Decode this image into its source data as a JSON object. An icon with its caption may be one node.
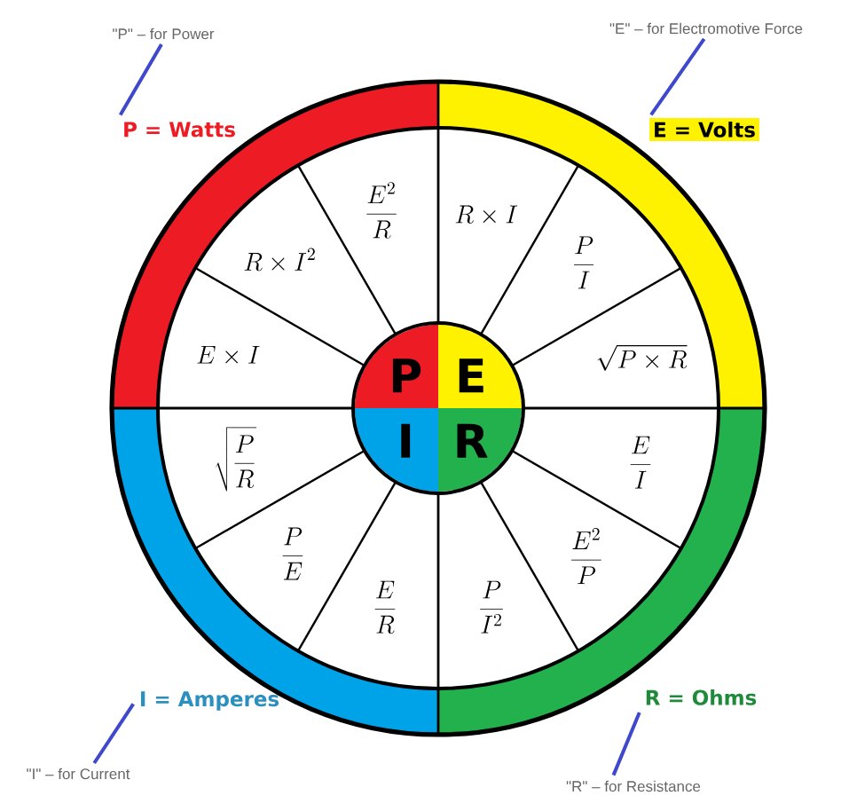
{
  "diagram": {
    "nodes": [
      {
        "text": [
          "\"P\" – for Power"
        ]
      },
      {
        "text": [
          "\"E\" – for Electromotive Force"
        ]
      },
      {
        "text": [
          "P = Watts"
        ]
      },
      {
        "text": [
          "E = Volts"
        ]
      },
      {
        "text": [
          "\\frac{E^{2}}{R}"
        ]
      },
      {
        "text": [
          "R \\times I"
        ]
      },
      {
        "text": [
          "R \\times I^{2}"
        ]
      },
      {
        "text": [
          "\\frac{P}{I}"
        ]
      },
      {
        "text": [
          "E \\times I"
        ]
      },
      {
        "text": [
          "\\sqrt{P \\times R}"
        ]
      },
      {
        "text": [
          "P"
        ]
      },
      {
        "text": [
          "E"
        ]
      },
      {
        "text": [
          "I"
        ]
      },
      {
        "text": [
          "R"
        ]
      },
      {
        "text": [
          "\\sqrt{\\frac{P}{R}}"
        ]
      },
      {
        "text": [
          "\\frac{E}{I}"
        ]
      },
      {
        "text": [
          "\\frac{P}{E}"
        ]
      },
      {
        "text": [
          "\\frac{E^{2}}{P}"
        ]
      },
      {
        "text": [
          "\\frac{E}{R}"
        ]
      },
      {
        "text": [
          "\\frac{P}{I^{2}}"
        ]
      },
      {
        "text": [
          "I = Amperes"
        ]
      },
      {
        "text": [
          "R = Ohms"
        ]
      },
      {
        "text": [
          "\"I\" – for Current"
        ]
      },
      {
        "text": [
          "\"R\" – for Resistance"
        ]
      }
    ],
    "edges": [
      {
        "from": 0,
        "to": 2,
        "arrow": "none",
        "color": "#3f48cc"
      },
      {
        "from": 1,
        "to": 3,
        "arrow": "none",
        "color": "#3f48cc"
      },
      {
        "from": 22,
        "to": 20,
        "arrow": "none",
        "color": "#3f48cc"
      },
      {
        "from": 23,
        "to": 21,
        "arrow": "none",
        "color": "#3f48cc"
      }
    ]
  }
}
